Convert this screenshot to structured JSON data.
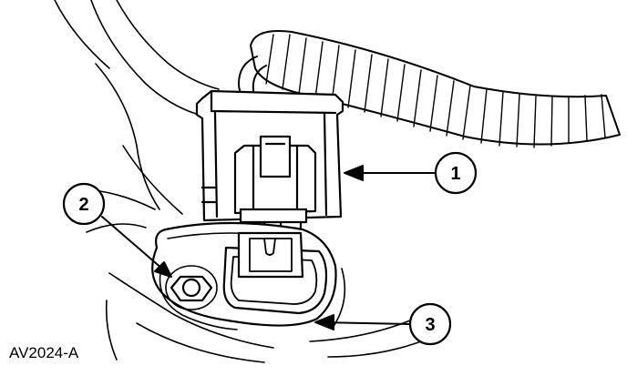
{
  "figure": {
    "label": "AV2024-A",
    "callouts": [
      {
        "number": "1"
      },
      {
        "number": "2"
      },
      {
        "number": "3"
      }
    ]
  },
  "colors": {
    "ink": "#000000",
    "paper": "#ffffff"
  }
}
